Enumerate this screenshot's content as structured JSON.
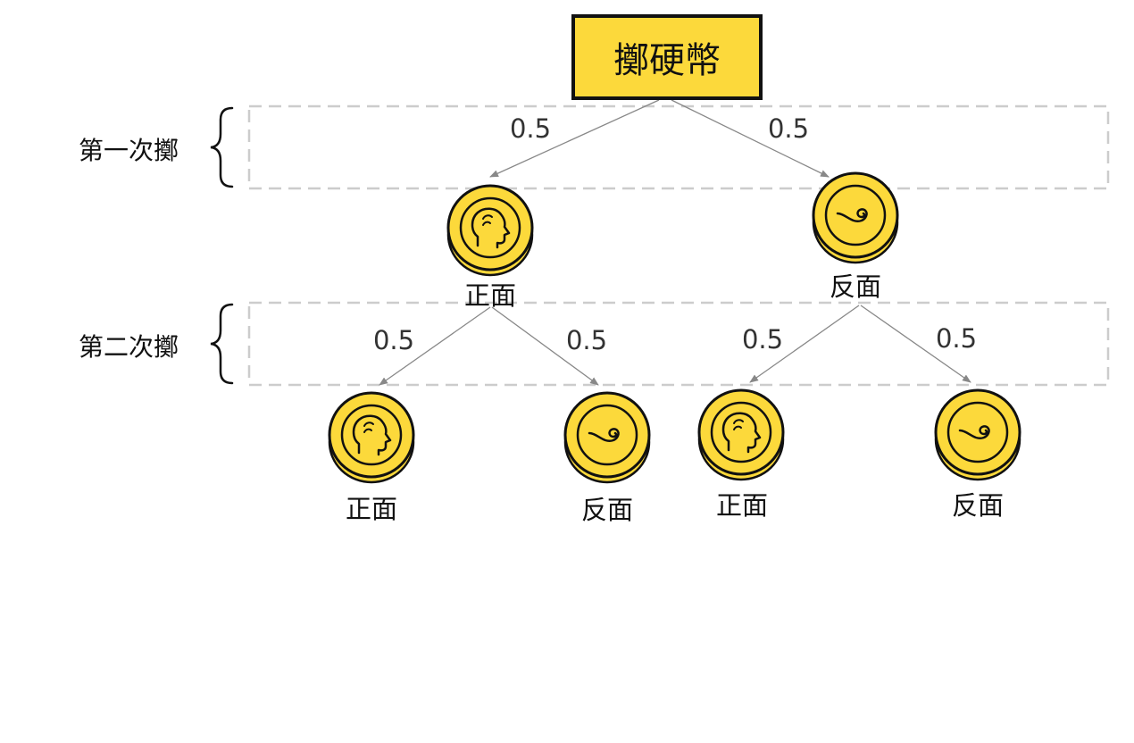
{
  "root": {
    "label": "擲硬幣"
  },
  "levels": [
    {
      "label": "第一次擲"
    },
    {
      "label": "第二次擲"
    }
  ],
  "nodes": {
    "first_heads": {
      "label": "正面",
      "face": "head"
    },
    "first_tails": {
      "label": "反面",
      "face": "tail"
    },
    "hh": {
      "label": "正面",
      "face": "head"
    },
    "ht": {
      "label": "反面",
      "face": "tail"
    },
    "th": {
      "label": "正面",
      "face": "head"
    },
    "tt": {
      "label": "反面",
      "face": "tail"
    }
  },
  "edges": {
    "root_heads": {
      "prob": "0.5"
    },
    "root_tails": {
      "prob": "0.5"
    },
    "heads_heads": {
      "prob": "0.5"
    },
    "heads_tails": {
      "prob": "0.5"
    },
    "tails_heads": {
      "prob": "0.5"
    },
    "tails_tails": {
      "prob": "0.5"
    }
  },
  "colors": {
    "coin": "#fcd93b",
    "outline": "#111111",
    "arrow": "#888888",
    "dashed_box": "#cccccc"
  }
}
